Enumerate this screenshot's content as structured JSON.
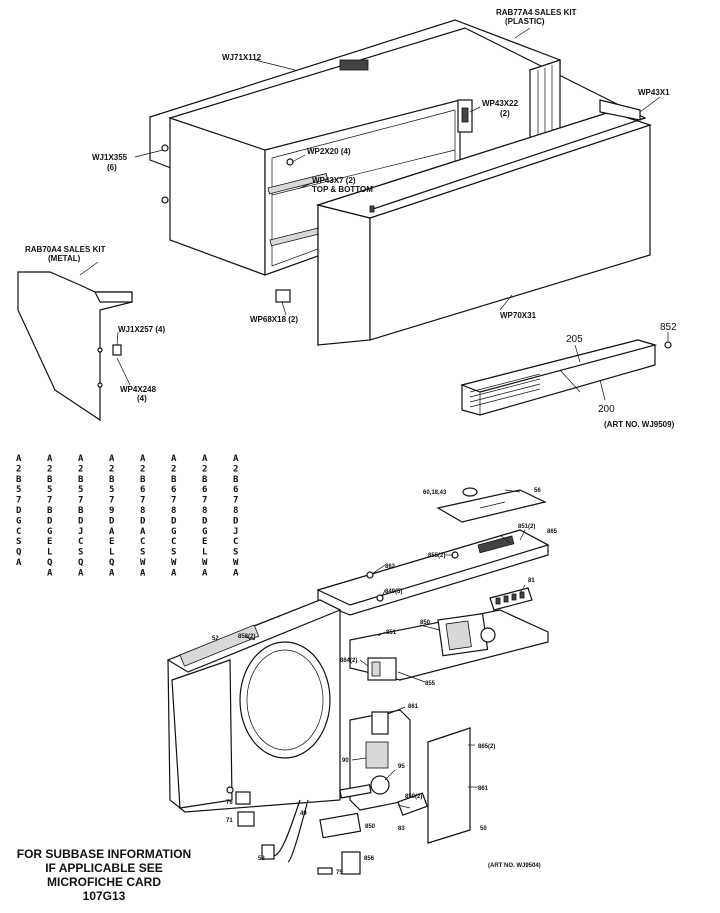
{
  "top_labels": {
    "rab77a4": "RAB77A4 SALES KIT",
    "plastic": "(PLASTIC)",
    "wj71x112": "WJ71X112",
    "wp43x1": "WP43X1",
    "wp43x22": "WP43X22",
    "wp43x22_qty": "(2)",
    "wj1x355": "WJ1X355",
    "wj1x355_qty": "(6)",
    "wp2x20": "WP2X20 (4)",
    "wp43x7": "WP43X7 (2)",
    "top_bottom": "TOP & BOTTOM",
    "rab70a4": "RAB70A4 SALES KIT",
    "metal": "(METAL)",
    "wj1x257": "WJ1X257 (4)",
    "wp68x18": "WP68X18 (2)",
    "wp70x31": "WP70X31",
    "wp4x248": "WP4X248",
    "wp4x248_qty": "(4)",
    "n205": "205",
    "n852": "852",
    "n200": "200",
    "art_top": "(ART NO. WJ9509)"
  },
  "model_columns": [
    [
      "A",
      "2",
      "B",
      "5",
      "7",
      "D",
      "G",
      "C",
      "S",
      "Q",
      "A"
    ],
    [
      "A",
      "2",
      "B",
      "5",
      "7",
      "B",
      "D",
      "G",
      "E",
      "L",
      "Q",
      "A"
    ],
    [
      "A",
      "2",
      "B",
      "5",
      "7",
      "B",
      "D",
      "J",
      "C",
      "S",
      "Q",
      "A"
    ],
    [
      "A",
      "2",
      "B",
      "5",
      "7",
      "9",
      "D",
      "A",
      "E",
      "L",
      "Q",
      "A"
    ],
    [
      "A",
      "2",
      "B",
      "6",
      "7",
      "8",
      "D",
      "A",
      "C",
      "S",
      "W",
      "A"
    ],
    [
      "A",
      "2",
      "B",
      "6",
      "7",
      "8",
      "D",
      "G",
      "C",
      "S",
      "W",
      "A"
    ],
    [
      "A",
      "2",
      "B",
      "6",
      "7",
      "8",
      "D",
      "G",
      "E",
      "L",
      "W",
      "A"
    ],
    [
      "A",
      "2",
      "B",
      "6",
      "7",
      "8",
      "D",
      "J",
      "C",
      "S",
      "W",
      "A"
    ]
  ],
  "bottom_labels": {
    "c1": "60,18,43",
    "c2": "56",
    "c3": "851(2)",
    "c4": "865",
    "c5": "855(2)",
    "c6": "862",
    "c7": "849(5)",
    "c8": "81",
    "c9": "52",
    "c10": "858(2)",
    "c11": "851",
    "c12": "850",
    "c13": "864(2)",
    "c14": "855",
    "c15": "861",
    "c16": "865(2)",
    "c17": "90",
    "c18": "95",
    "c19": "861",
    "c20": "850(2)",
    "c21": "83",
    "c22": "76",
    "c23": "71",
    "c24": "50",
    "c25": "49",
    "c26": "850",
    "c27": "52",
    "c28": "856",
    "c29": "75",
    "art_bottom": "(ART NO. WJ9504)"
  },
  "footer": {
    "line1": "FOR SUBBASE INFORMATION",
    "line2": "IF APPLICABLE SEE",
    "line3": "MICROFICHE CARD",
    "line4": "107G13"
  }
}
